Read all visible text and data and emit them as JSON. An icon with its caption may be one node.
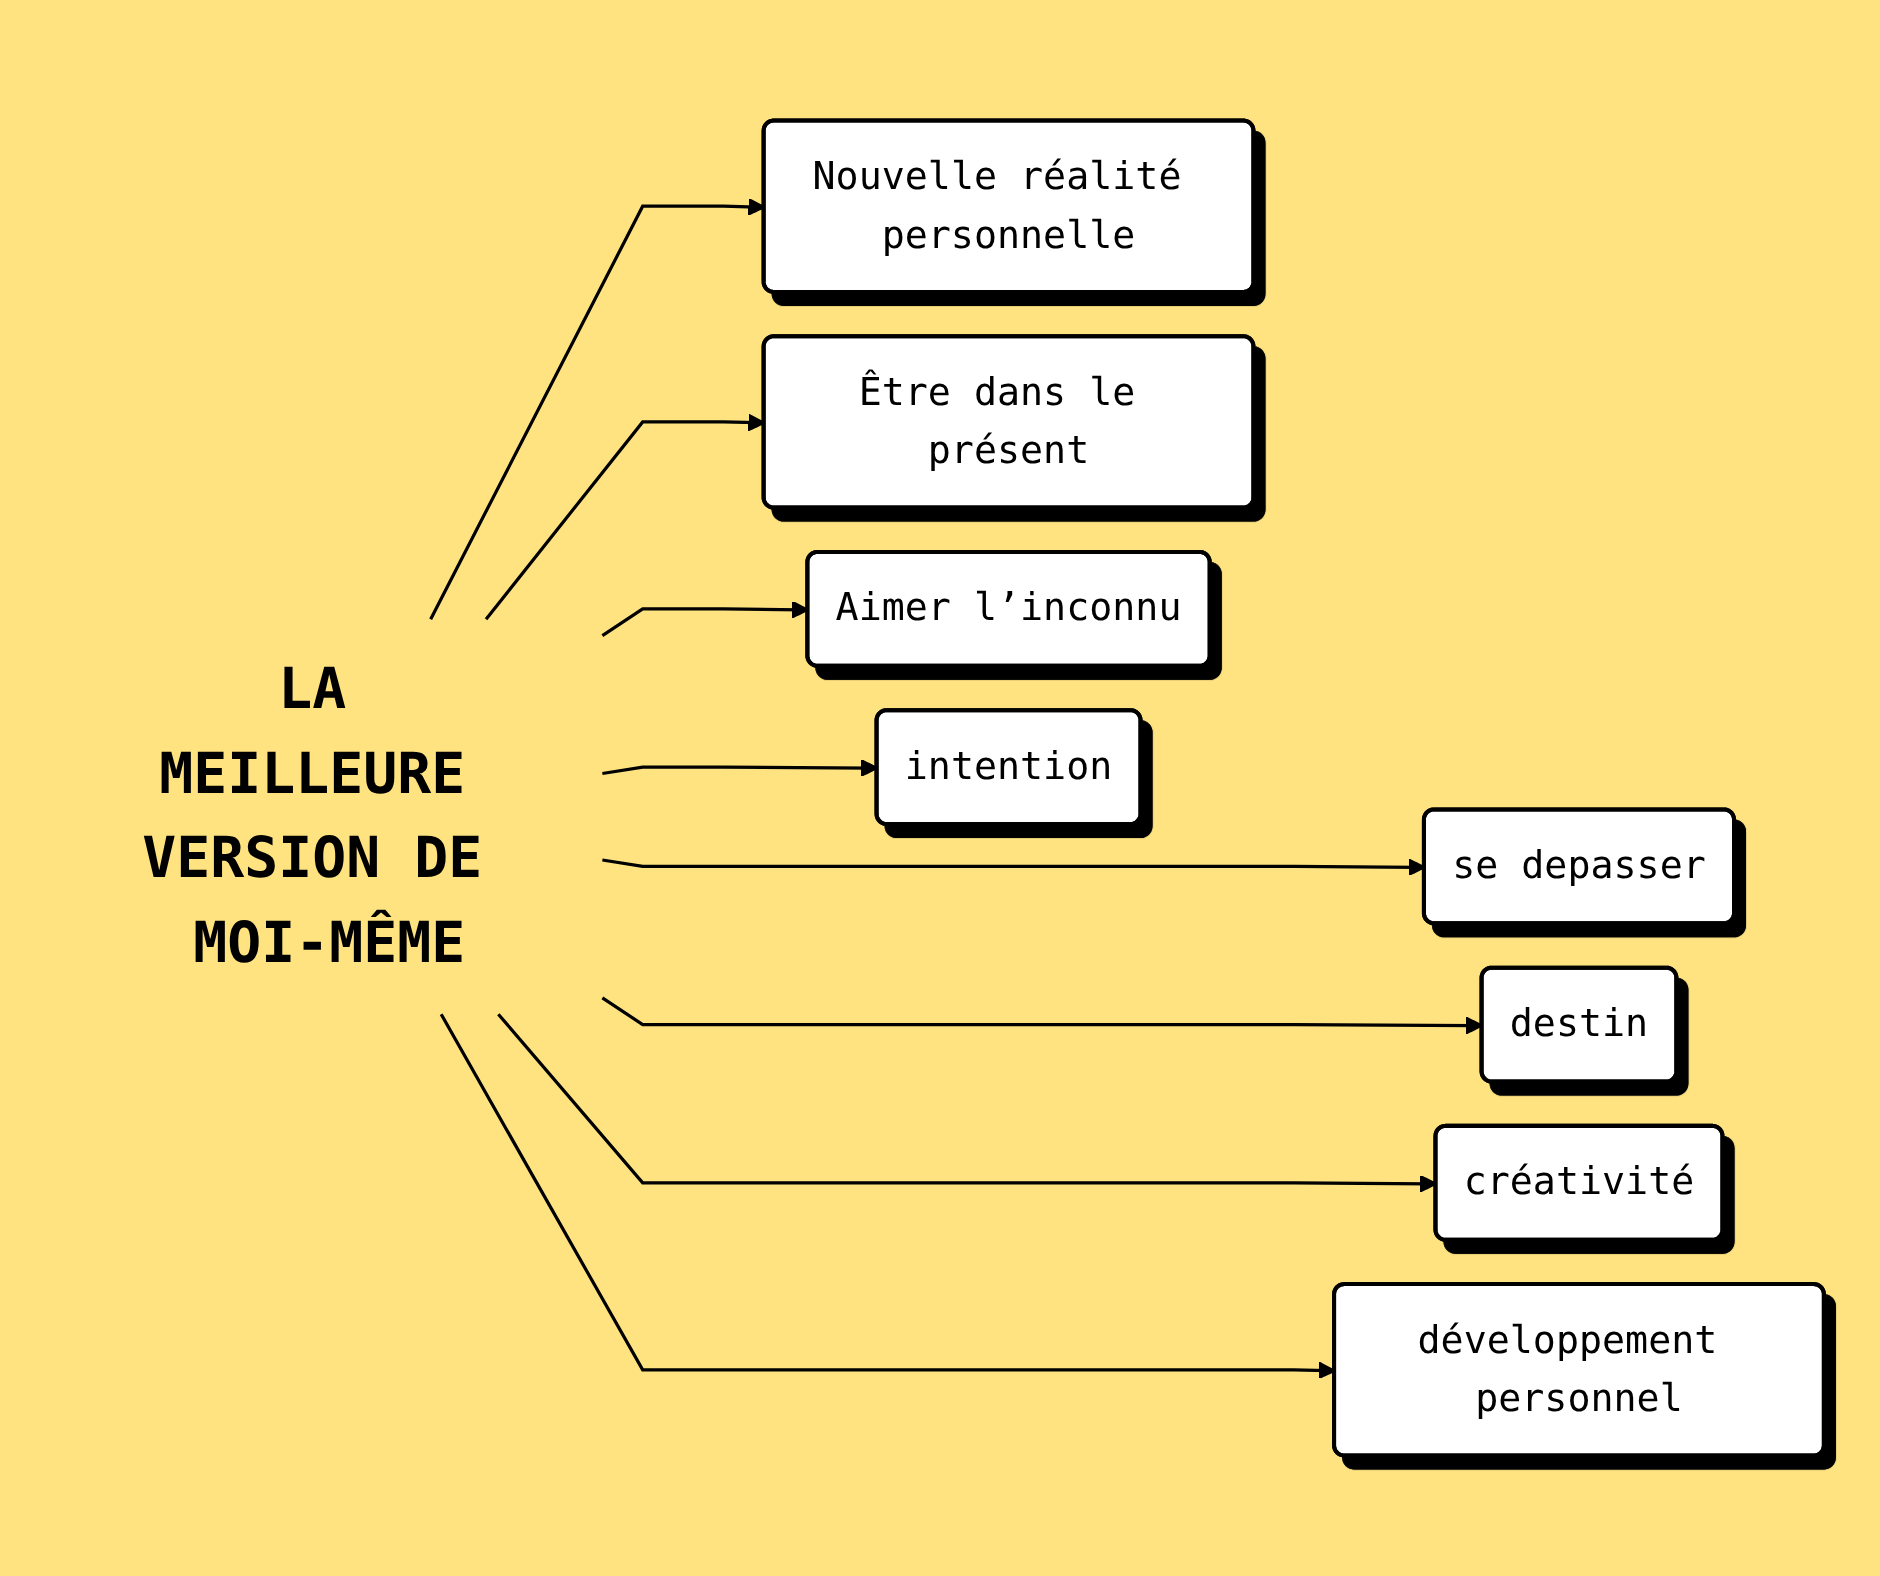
{
  "diagram": {
    "nodes": [
      {
        "text": [
          "Nouvelle réalité personnelle"
        ]
      },
      {
        "text": [
          "se depasser"
        ]
      },
      {
        "text": [
          "Être dans le présent"
        ]
      },
      {
        "text": [
          "LA MEILLEURE VERSION DE MOI-MÊME"
        ]
      },
      {
        "text": [
          "destin"
        ]
      },
      {
        "text": [
          "Aimer l’inconnu"
        ]
      },
      {
        "text": [
          "créativité"
        ]
      },
      {
        "text": [
          "intention"
        ]
      },
      {
        "text": [
          "développement personnel"
        ]
      }
    ],
    "edges": [
      {
        "from": 3,
        "to": 0,
        "arrow": "to"
      },
      {
        "from": 3,
        "to": 1,
        "arrow": "to"
      },
      {
        "from": 3,
        "to": 2,
        "arrow": "to"
      },
      {
        "from": 3,
        "to": 4,
        "arrow": "to"
      },
      {
        "from": 3,
        "to": 5,
        "arrow": "to"
      },
      {
        "from": 3,
        "to": 6,
        "arrow": "to"
      },
      {
        "from": 3,
        "to": 7,
        "arrow": "to"
      },
      {
        "from": 3,
        "to": 8,
        "arrow": "to"
      }
    ]
  }
}
